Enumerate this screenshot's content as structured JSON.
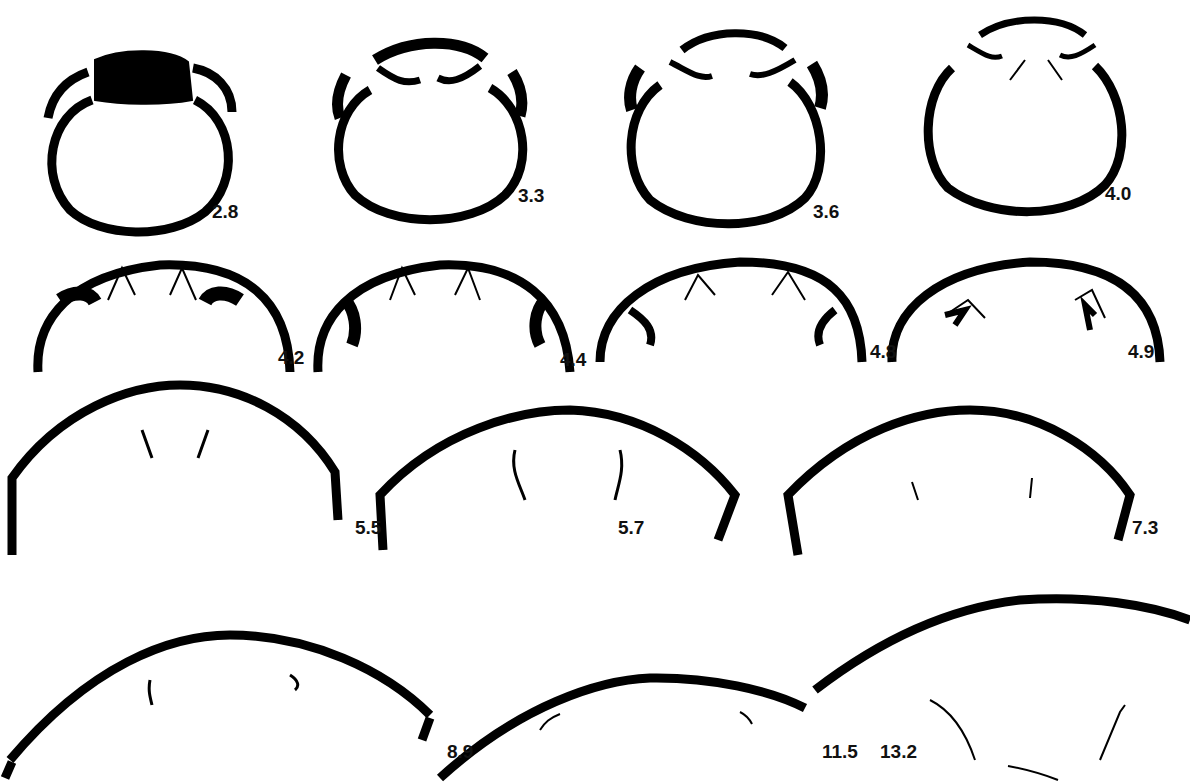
{
  "diagram": {
    "labels": [
      "2.8",
      "3.3",
      "3.6",
      "4.0",
      "4.2",
      "4.4",
      "4.8",
      "4.9",
      "5.5",
      "5.7",
      "7.3",
      "8.9",
      "11.5",
      "13.2"
    ]
  }
}
